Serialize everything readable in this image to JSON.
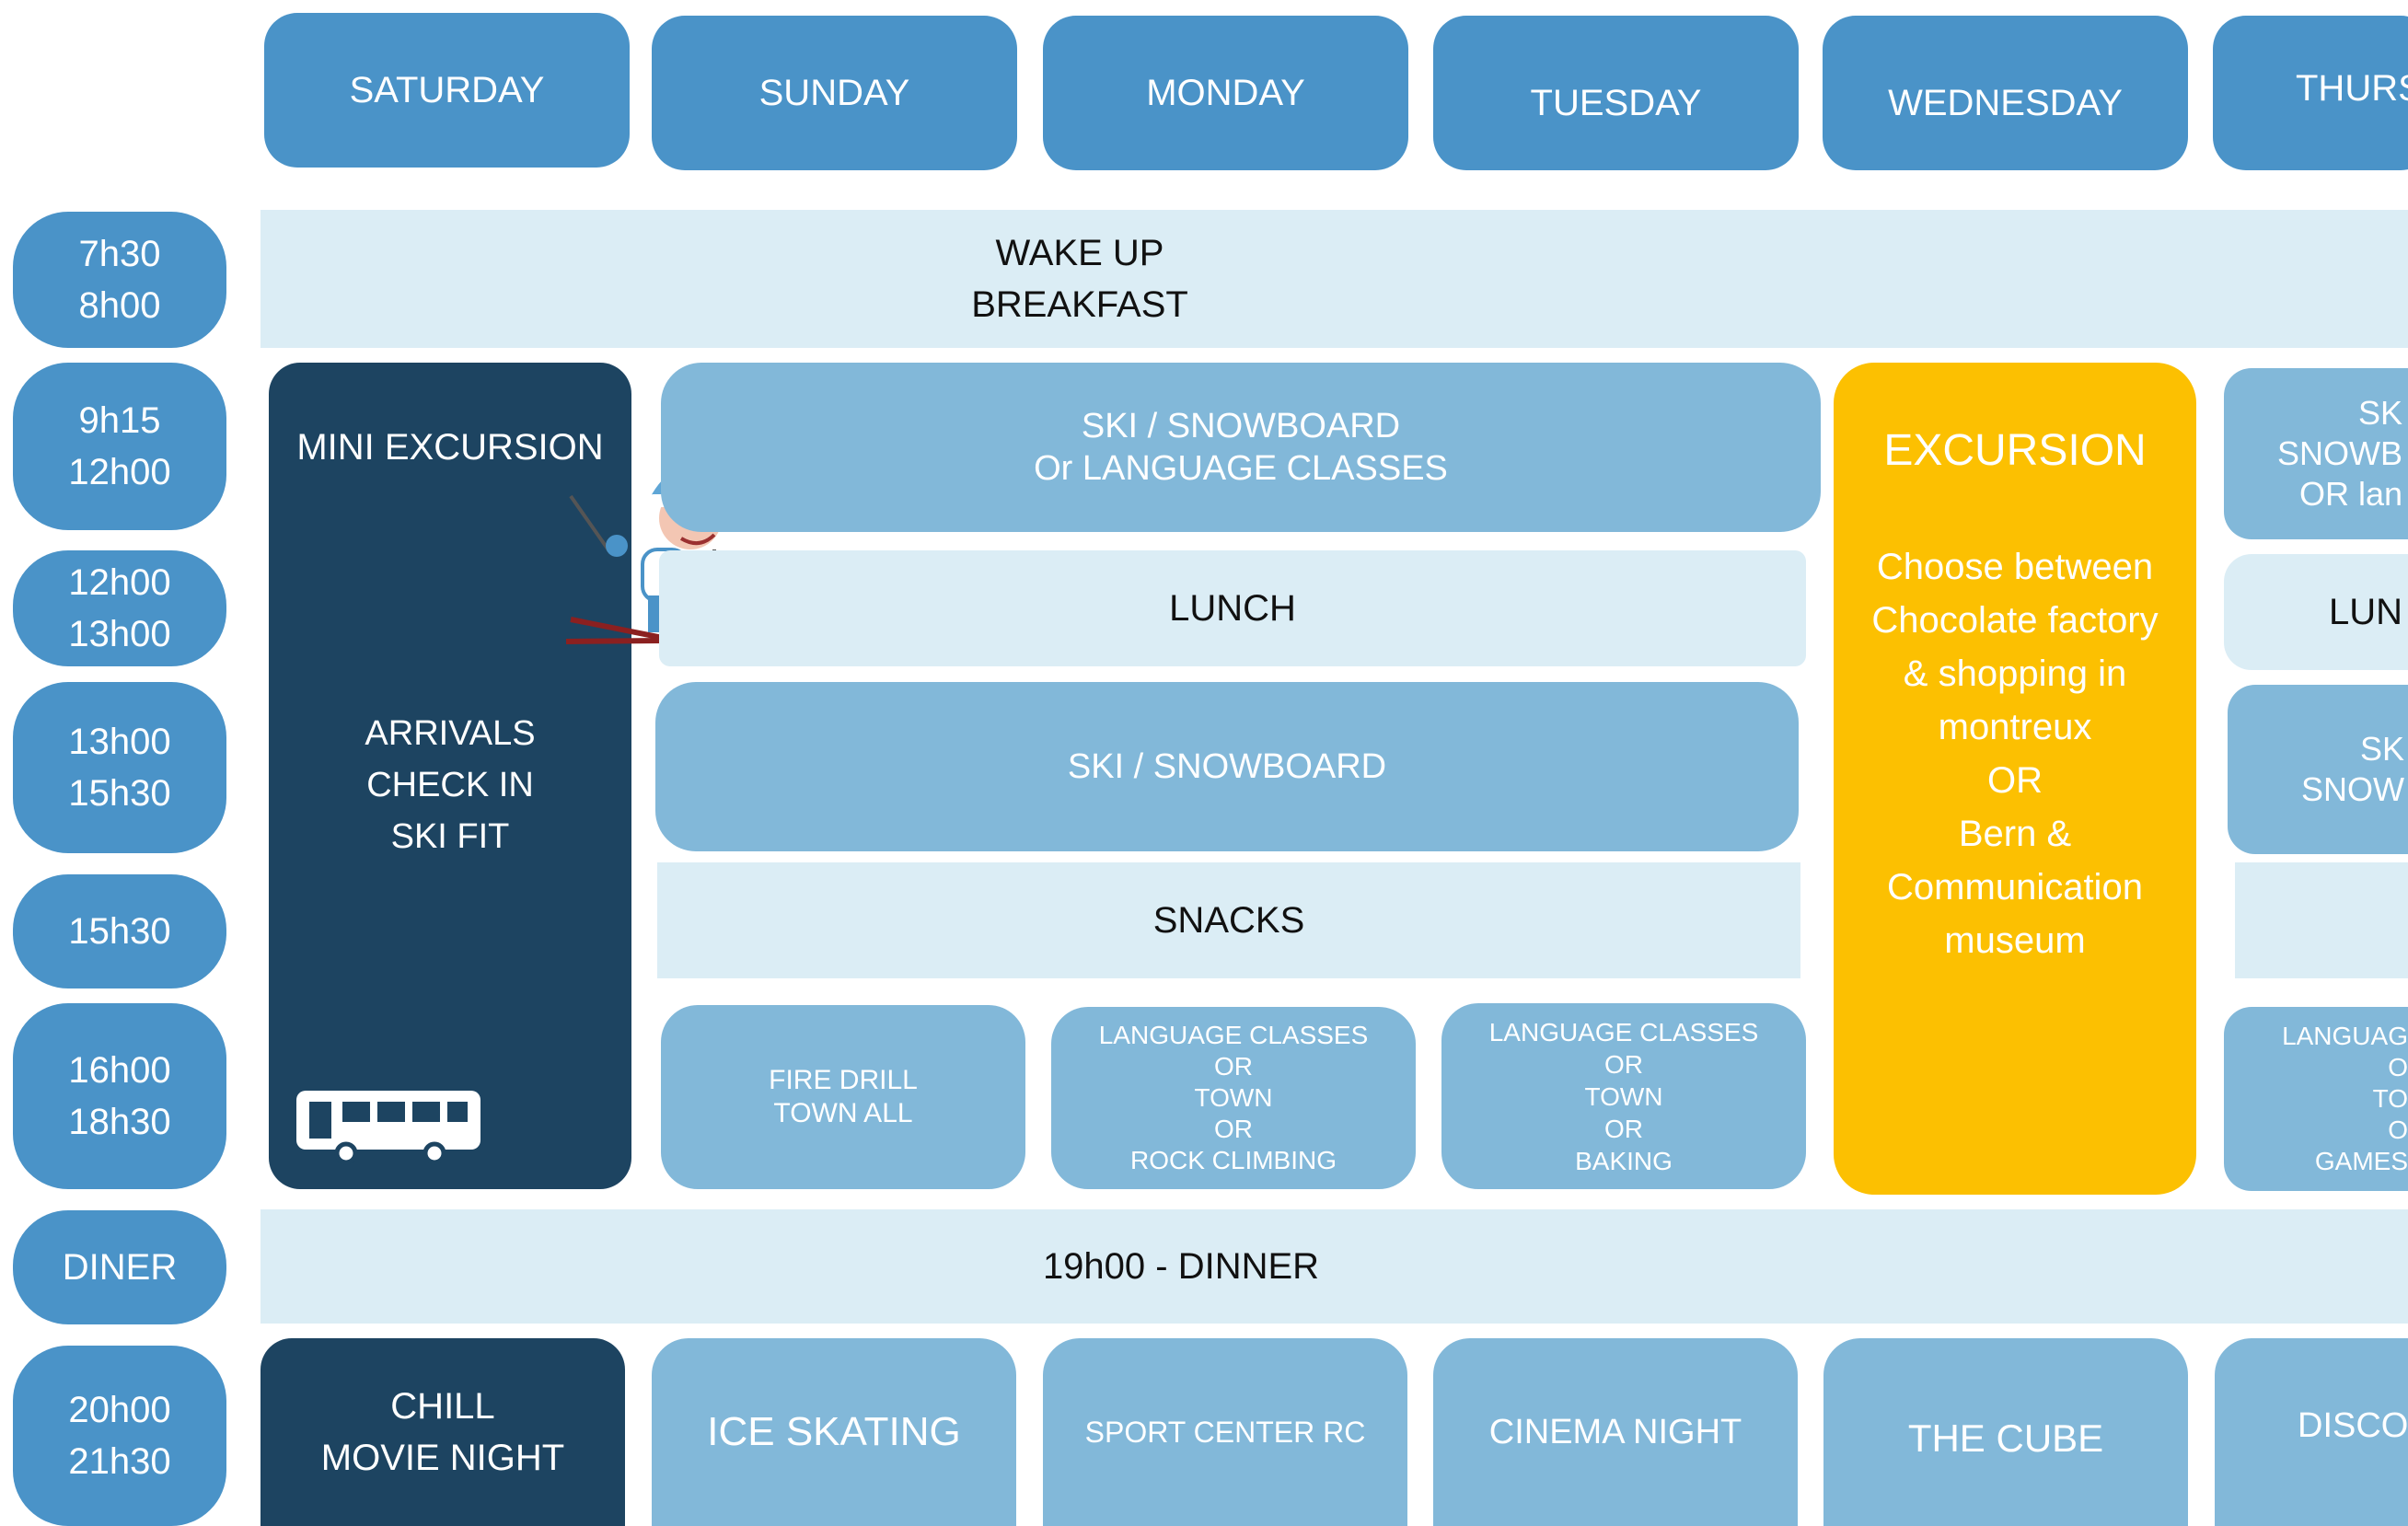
{
  "days": [
    "SATURDAY",
    "SUNDAY",
    "MONDAY",
    "TUESDAY",
    "WEDNESDAY",
    "THURS"
  ],
  "times": [
    [
      "7h30",
      "8h00"
    ],
    [
      "9h15",
      "12h00"
    ],
    [
      "12h00",
      "13h00"
    ],
    [
      "13h00",
      "15h30"
    ],
    [
      "15h30"
    ],
    [
      "16h00",
      "18h30"
    ],
    [
      "DINER"
    ],
    [
      "20h00",
      "21h30"
    ]
  ],
  "wakeup": [
    "WAKE UP",
    "BREAKFAST"
  ],
  "saturday": {
    "mini_excursion": "MINI EXCURSION",
    "arrivals": [
      "ARRIVALS",
      "CHECK IN",
      "SKI FIT"
    ],
    "chill": [
      "CHILL",
      "MOVIE NIGHT"
    ]
  },
  "morning": [
    "SKI / SNOWBOARD",
    "Or LANGUAGE CLASSES"
  ],
  "lunch": "LUNCH",
  "afternoon": "SKI / SNOWBOARD",
  "snacks": "SNACKS",
  "late": {
    "sunday": [
      "FIRE DRILL",
      "TOWN ALL"
    ],
    "monday": [
      "LANGUAGE CLASSES",
      "OR",
      "TOWN",
      "OR",
      "ROCK CLIMBING"
    ],
    "tuesday": [
      "LANGUAGE CLASSES",
      "OR",
      "TOWN",
      "OR",
      "BAKING"
    ]
  },
  "excursion": {
    "title": "EXCURSION",
    "body": [
      "Choose between",
      "Chocolate factory",
      "& shopping in",
      "montreux",
      "OR",
      "Bern &",
      "Communication",
      "museum"
    ]
  },
  "thursday": {
    "morning": [
      "SK",
      "SNOWB",
      "OR lan"
    ],
    "lunch": "LUN",
    "afternoon": [
      "SK",
      "SNOW"
    ],
    "late": [
      "LANGUAG",
      "O",
      "TO",
      "O",
      "GAMES"
    ]
  },
  "dinner": "19h00 - DINNER",
  "evening": [
    "ICE SKATING",
    "SPORT CENTER RC",
    "CINEMA NIGHT",
    "THE CUBE",
    "DISCO"
  ],
  "colors": {
    "day": "#4a93c8",
    "light": "#82b8d9",
    "band": "#dbedf5",
    "dark": "#1d4461",
    "excursion": "#fcc001"
  }
}
